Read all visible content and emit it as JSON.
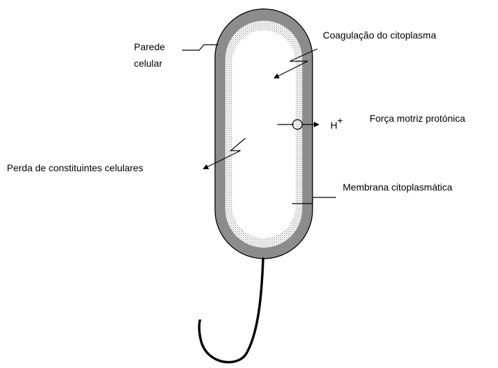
{
  "labels": {
    "cell_wall_line1": "Parede",
    "cell_wall_line2": "celular",
    "cytoplasm_coagulation": "Coagulação do citoplasma",
    "proton_motive_force": "Força motriz protónica",
    "proton_symbol": "H",
    "proton_charge": "+",
    "loss_of_constituents": "Perda de constituintes celulares",
    "cytoplasmic_membrane": "Membrana citoplasmática"
  },
  "colors": {
    "cell_wall": "#8c8c8c",
    "membrane_stipple": "#9a9a9a",
    "cytoplasm": "#ffffff",
    "ink": "#000000"
  }
}
